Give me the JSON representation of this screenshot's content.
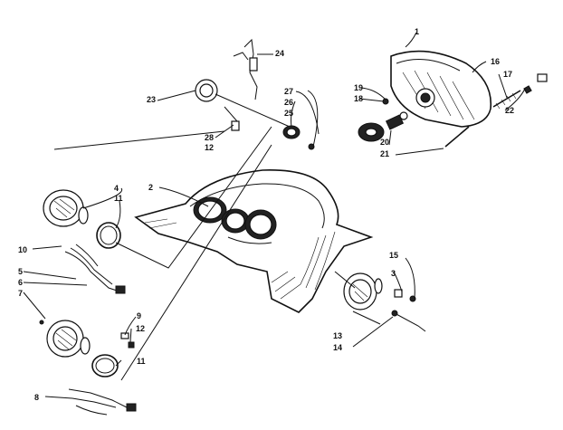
{
  "callouts": {
    "c1": "1",
    "c2": "2",
    "c3": "3",
    "c4": "4",
    "c5": "5",
    "c6": "6",
    "c7": "7",
    "c8": "8",
    "c9": "9",
    "c10": "10",
    "c11a": "11",
    "c11b": "11",
    "c12a": "12",
    "c12b": "12",
    "c13": "13",
    "c14": "14",
    "c15": "15",
    "c16": "16",
    "c17": "17",
    "c18": "18",
    "c19": "19",
    "c20": "20",
    "c21": "21",
    "c22": "22",
    "c23": "23",
    "c24": "24",
    "c25": "25",
    "c26": "26",
    "c27": "27",
    "c28": "28"
  }
}
